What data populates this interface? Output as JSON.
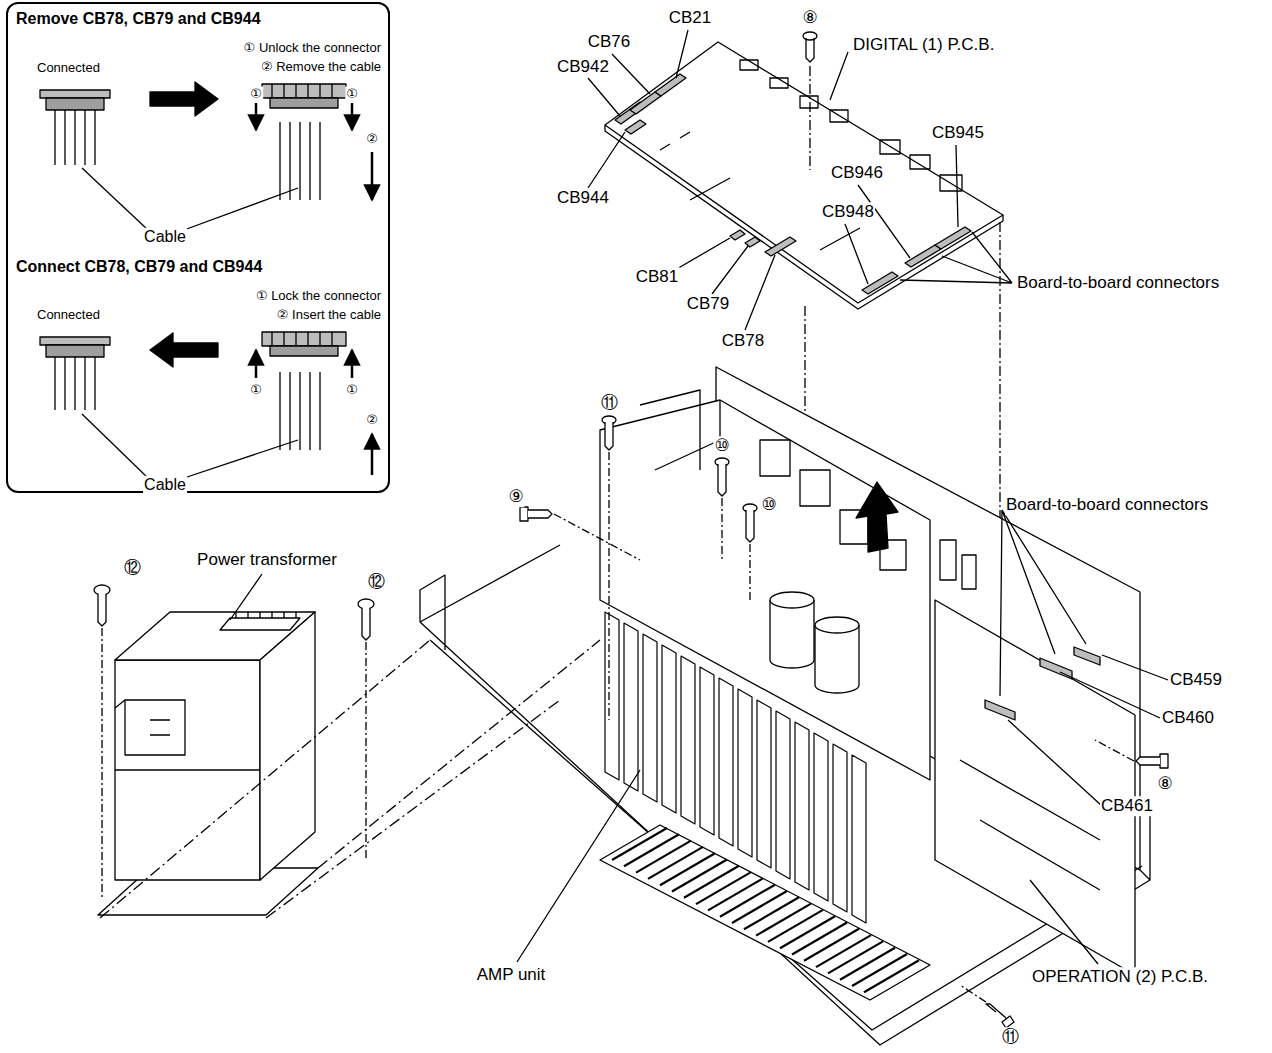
{
  "diagram": {
    "nodes": [
      {
        "text": [
          "Remove CB78, CB79 and CB944",
          "Connect CB78, CB79 and CB944"
        ]
      }
    ],
    "labels": [
      "① Unlock the connector",
      "② Remove the cable",
      "Connected",
      "①",
      "①",
      "②",
      "Cable",
      "① Lock the connector",
      "② Insert the cable",
      "Connected",
      "①",
      "①",
      "②",
      "Cable",
      "CB21",
      "⑧",
      "DIGITAL (1) P.C.B.",
      "CB76",
      "CB942",
      "CB945",
      "CB946",
      "CB944",
      "CB948",
      "CB81",
      "Board-to-board connectors",
      "CB79",
      "CB78",
      "⑪",
      "⑩",
      "⑨",
      "Board-to-board connectors",
      "⑩",
      "Power transformer",
      "⑫",
      "⑫",
      "CB459",
      "CB460",
      "⑧",
      "CB461",
      "AMP unit",
      "OPERATION (2) P.C.B.",
      "⑪"
    ]
  }
}
